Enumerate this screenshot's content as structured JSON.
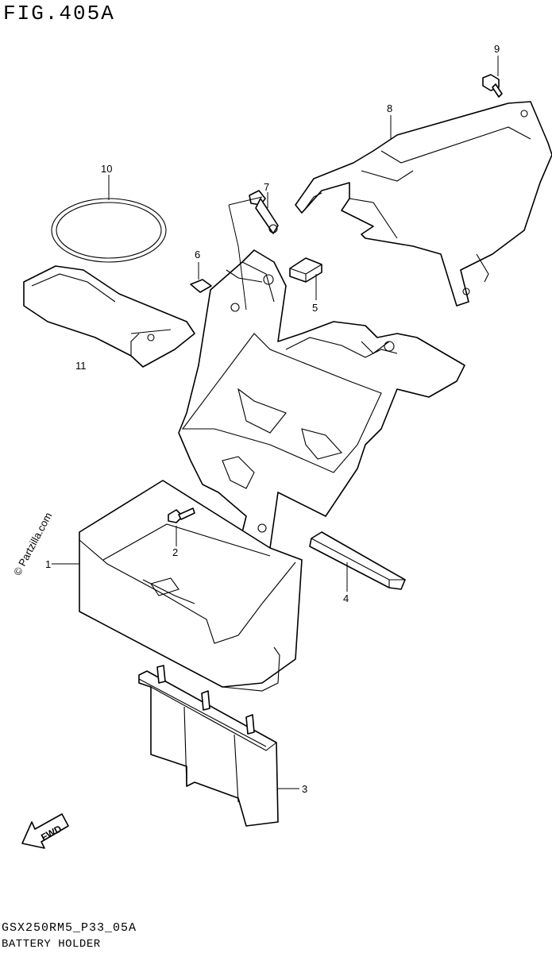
{
  "header": {
    "figure_number": "FIG.405A"
  },
  "footer": {
    "model_code": "GSX250RM5_P33_05A",
    "section_title": "BATTERY HOLDER"
  },
  "watermark": "© Partzilla.com",
  "fwd_label": "FWD",
  "callouts": [
    "1",
    "2",
    "3",
    "4",
    "5",
    "6",
    "7",
    "8",
    "9",
    "10",
    "11"
  ]
}
